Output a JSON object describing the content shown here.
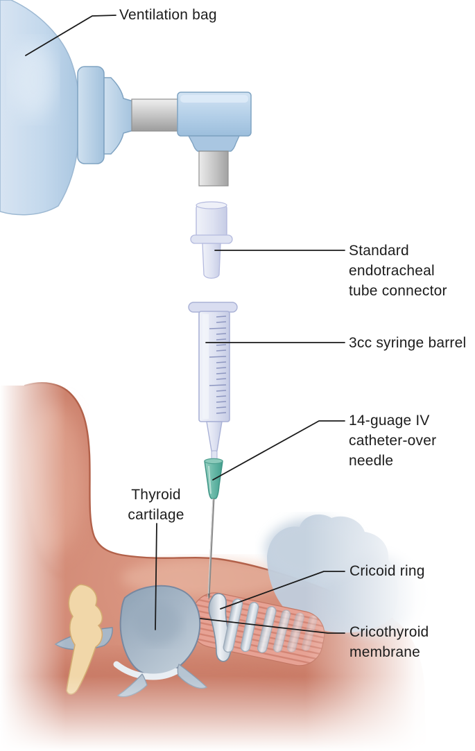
{
  "labels": {
    "ventilation_bag": "Ventilation bag",
    "et_connector": "Standard\nendotracheal\ntube connector",
    "syringe_barrel": "3cc syringe barrel",
    "catheter": "14-guage IV\ncatheter-over\nneedle",
    "thyroid_cartilage": "Thyroid\ncartilage",
    "cricoid_ring": "Cricoid ring",
    "cricothyroid_membrane": "Cricothyroid\nmembrane"
  },
  "colors": {
    "bag_blue": "#c3d8ec",
    "connector_blue": "#b3cfe8",
    "equipment_gray": "#c0c0c0",
    "syringe_lavender": "#dde1f1",
    "catheter_teal": "#69b9a8",
    "needle_gray": "#8a8a8a",
    "skin_salmon": "#cf8571",
    "cartilage_blue_gray": "#a7b7c7",
    "trachea_pink": "#e7a294",
    "hyoid_tan": "#f1d7a9",
    "leader_line": "#1a1a1a",
    "label_text": "#1c1c1c"
  }
}
